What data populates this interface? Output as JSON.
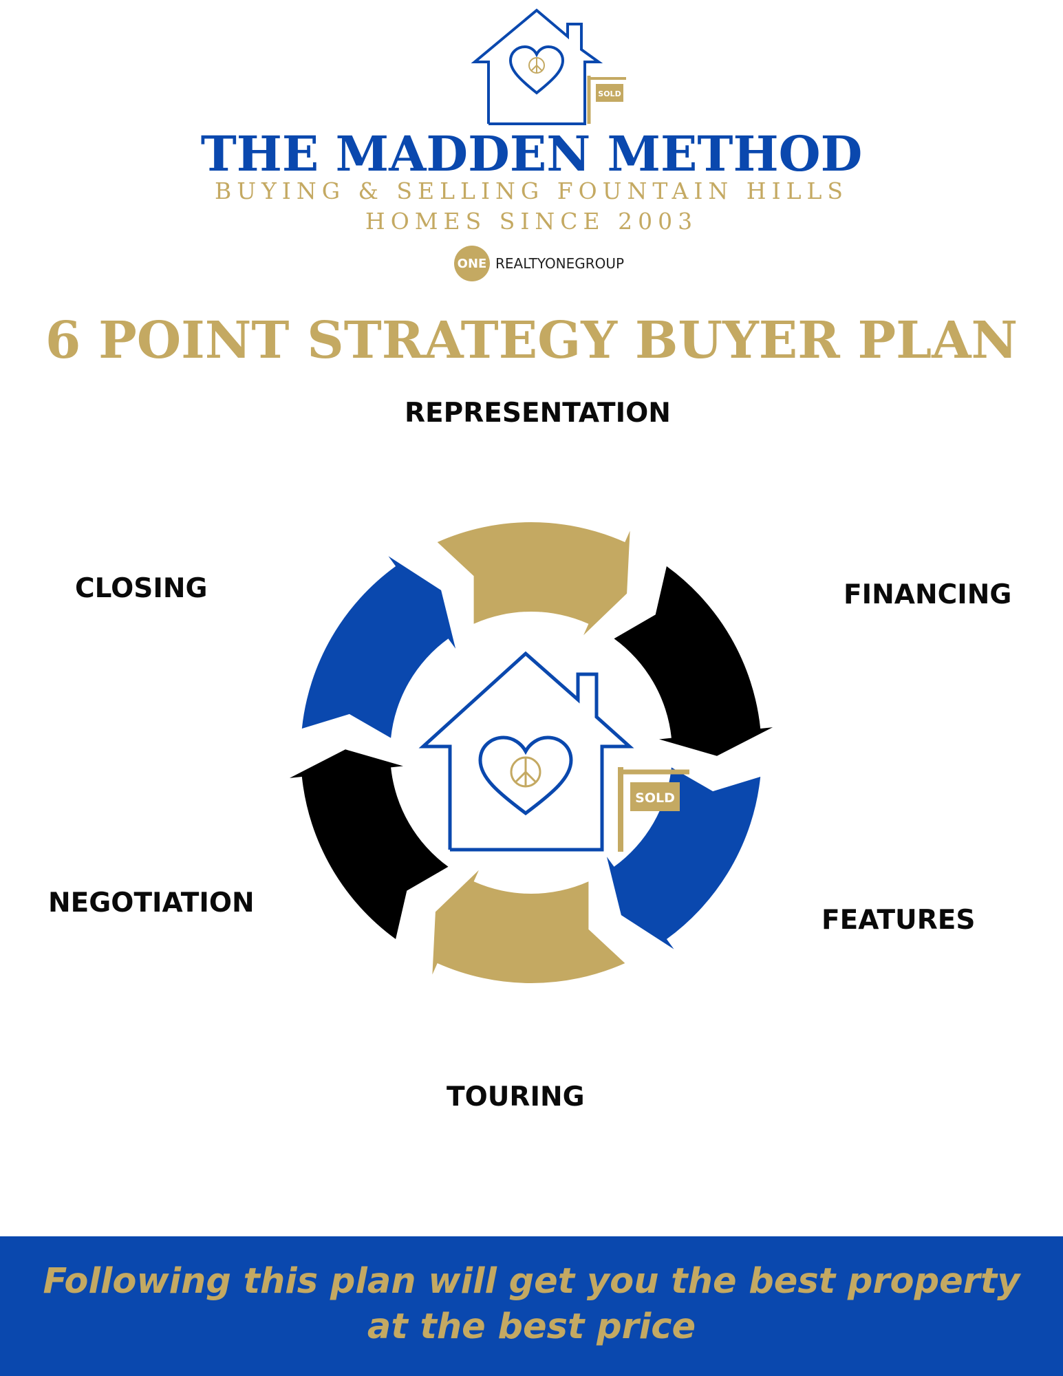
{
  "brand": {
    "title": "THE MADDEN METHOD",
    "tagline_line1": "BUYING & SELLING FOUNTAIN HILLS",
    "tagline_line2": "HOMES SINCE 2003",
    "logo_sign_text": "SOLD"
  },
  "brokerage": {
    "badge": "ONE",
    "name": "REALTYONEGROUP"
  },
  "plan_title": "6 POINT STRATEGY BUYER PLAN",
  "cycle": {
    "center_sign_text": "SOLD",
    "steps": [
      {
        "label": "REPRESENTATION",
        "color": "#c4a962"
      },
      {
        "label": "FINANCING",
        "color": "#000000"
      },
      {
        "label": "FEATURES",
        "color": "#0a48ae"
      },
      {
        "label": "TOURING",
        "color": "#c4a962"
      },
      {
        "label": "NEGOTIATION",
        "color": "#000000"
      },
      {
        "label": "CLOSING",
        "color": "#0a48ae"
      }
    ]
  },
  "footer": {
    "line1": "Following this plan will get you the best property",
    "line2": "at the best price"
  },
  "colors": {
    "blue": "#0a48ae",
    "gold": "#c4a962",
    "black": "#000000"
  }
}
